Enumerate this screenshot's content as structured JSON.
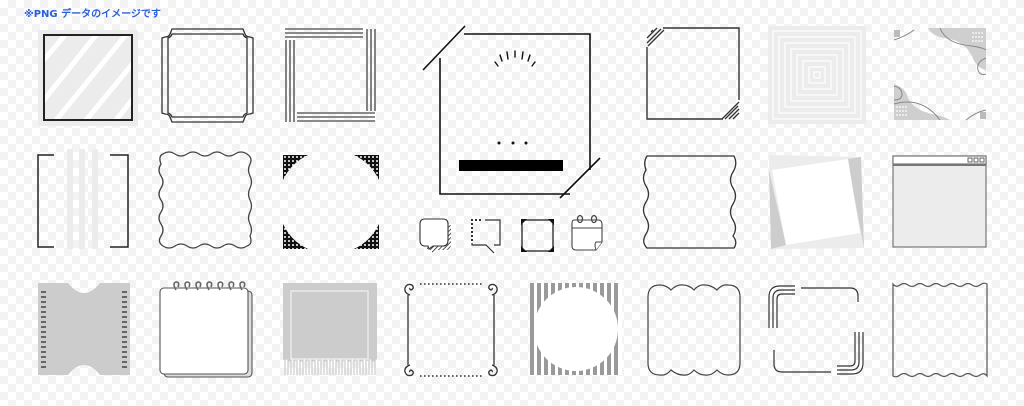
{
  "header": {
    "note": "※PNG データのイメージです"
  },
  "colors": {
    "note_text": "#2b5fd9",
    "line_dark": "#222222",
    "line_gray": "#555555",
    "fill_light_gray": "#ececec",
    "fill_mid_gray": "#cccccc",
    "fill_stripe_gray": "#9a9a9a",
    "checker": "#f3f3f3"
  },
  "frames": [
    {
      "id": 1,
      "name": "diagonal-stripe-square-frame",
      "row": 1,
      "col": 1
    },
    {
      "id": 2,
      "name": "notched-corner-double-line-frame",
      "row": 1,
      "col": 2
    },
    {
      "id": 3,
      "name": "triple-line-corner-frame",
      "row": 1,
      "col": 3
    },
    {
      "id": 4,
      "name": "large-tilted-corner-frame-with-sparkle-and-bar",
      "row": 1,
      "col": 4
    },
    {
      "id": 5,
      "name": "hatched-corner-square-frame",
      "row": 1,
      "col": 5
    },
    {
      "id": 6,
      "name": "concentric-square-pattern-frame",
      "row": 1,
      "col": 6
    },
    {
      "id": 7,
      "name": "retro-shapes-corner-frame",
      "row": 1,
      "col": 7
    },
    {
      "id": 8,
      "name": "bracket-stripe-frame",
      "row": 2,
      "col": 1
    },
    {
      "id": 9,
      "name": "wavy-border-frame",
      "row": 2,
      "col": 2
    },
    {
      "id": 10,
      "name": "dotted-quarter-circle-corner-frame",
      "row": 2,
      "col": 3
    },
    {
      "id": 11,
      "name": "speech-bubble-shadow-icon",
      "row": 2,
      "col": 4
    },
    {
      "id": 12,
      "name": "dotted-speech-bubble-icon",
      "row": 2,
      "col": 5
    },
    {
      "id": 13,
      "name": "corner-mark-square-icon",
      "row": 2,
      "col": 6
    },
    {
      "id": 14,
      "name": "calendar-icon",
      "row": 2,
      "col": 7
    },
    {
      "id": 15,
      "name": "wavy-side-frame",
      "row": 2,
      "col": 8
    },
    {
      "id": 16,
      "name": "tilted-paper-frame",
      "row": 2,
      "col": 9
    },
    {
      "id": 17,
      "name": "browser-window-frame",
      "row": 2,
      "col": 10
    },
    {
      "id": 18,
      "name": "ticket-frame",
      "row": 3,
      "col": 1
    },
    {
      "id": 19,
      "name": "spiral-notepad-frame",
      "row": 3,
      "col": 2
    },
    {
      "id": 20,
      "name": "torn-edge-gray-frame",
      "row": 3,
      "col": 3
    },
    {
      "id": 21,
      "name": "curl-corner-dotted-frame",
      "row": 3,
      "col": 4
    },
    {
      "id": 22,
      "name": "circle-on-stripes-frame",
      "row": 3,
      "col": 5
    },
    {
      "id": 23,
      "name": "scalloped-frame",
      "row": 3,
      "col": 6
    },
    {
      "id": 24,
      "name": "rounded-triple-line-frame",
      "row": 3,
      "col": 7
    },
    {
      "id": 25,
      "name": "wavy-top-bottom-frame",
      "row": 3,
      "col": 8
    }
  ]
}
